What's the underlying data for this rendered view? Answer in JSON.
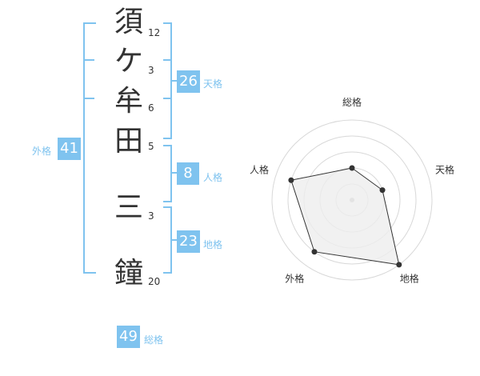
{
  "name": {
    "chars": [
      "須",
      "ケ",
      "牟",
      "田",
      "三",
      "鐘"
    ],
    "strokes": [
      "12",
      "3",
      "6",
      "5",
      "3",
      "20"
    ]
  },
  "kakusuu": {
    "tenkaku": {
      "value": "26",
      "label": "天格"
    },
    "jinkaku": {
      "value": "8",
      "label": "人格"
    },
    "chikaku": {
      "value": "23",
      "label": "地格"
    },
    "gaikaku": {
      "value": "41",
      "label": "外格"
    },
    "soukaku": {
      "value": "49",
      "label": "総格"
    }
  },
  "chart_data": {
    "type": "radar",
    "axes": [
      "総格",
      "天格",
      "地格",
      "外格",
      "人格"
    ],
    "values": [
      2,
      2,
      5,
      4,
      4
    ],
    "max": 5,
    "rings": 5,
    "colors": {
      "fill": "#eeeeee",
      "ring": "#d8d8d8",
      "line": "#333333",
      "point": "#333333",
      "center": "#bbbbbb"
    }
  }
}
